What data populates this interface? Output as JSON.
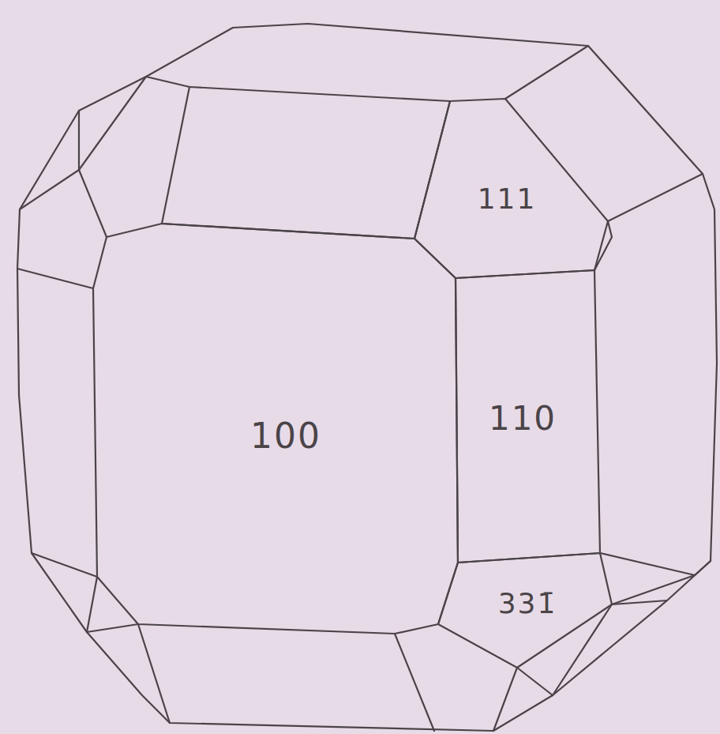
{
  "diagram": {
    "labels": [
      "111",
      "100",
      "110",
      "331̄"
    ]
  }
}
